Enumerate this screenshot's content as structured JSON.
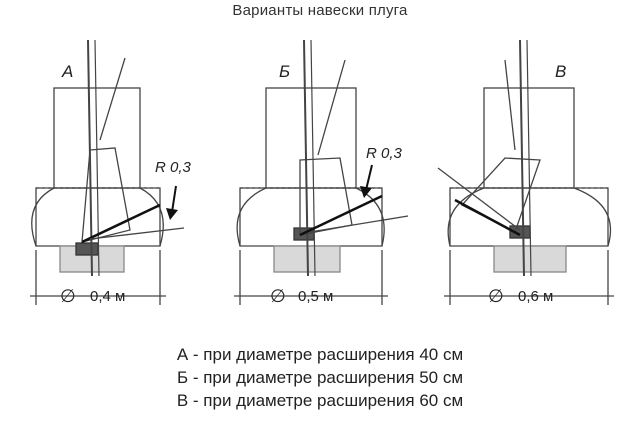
{
  "title": "Варианты навески плуга",
  "variants": [
    {
      "letter": "А",
      "radius_label": "R 0,3",
      "diameter_label": "0,4 м"
    },
    {
      "letter": "Б",
      "radius_label": "R 0,3",
      "diameter_label": "0,5 м"
    },
    {
      "letter": "В",
      "radius_label": "",
      "diameter_label": "0,6 м"
    }
  ],
  "diameter_symbol": "∅",
  "legend": [
    "А - при диаметре расширения 40 см",
    "Б - при диаметре расширения 50 см",
    "В - при диаметре расширения 60 см"
  ],
  "colors": {
    "line": "#444444",
    "shade": "#d9d9d9",
    "dark": "#222222"
  }
}
